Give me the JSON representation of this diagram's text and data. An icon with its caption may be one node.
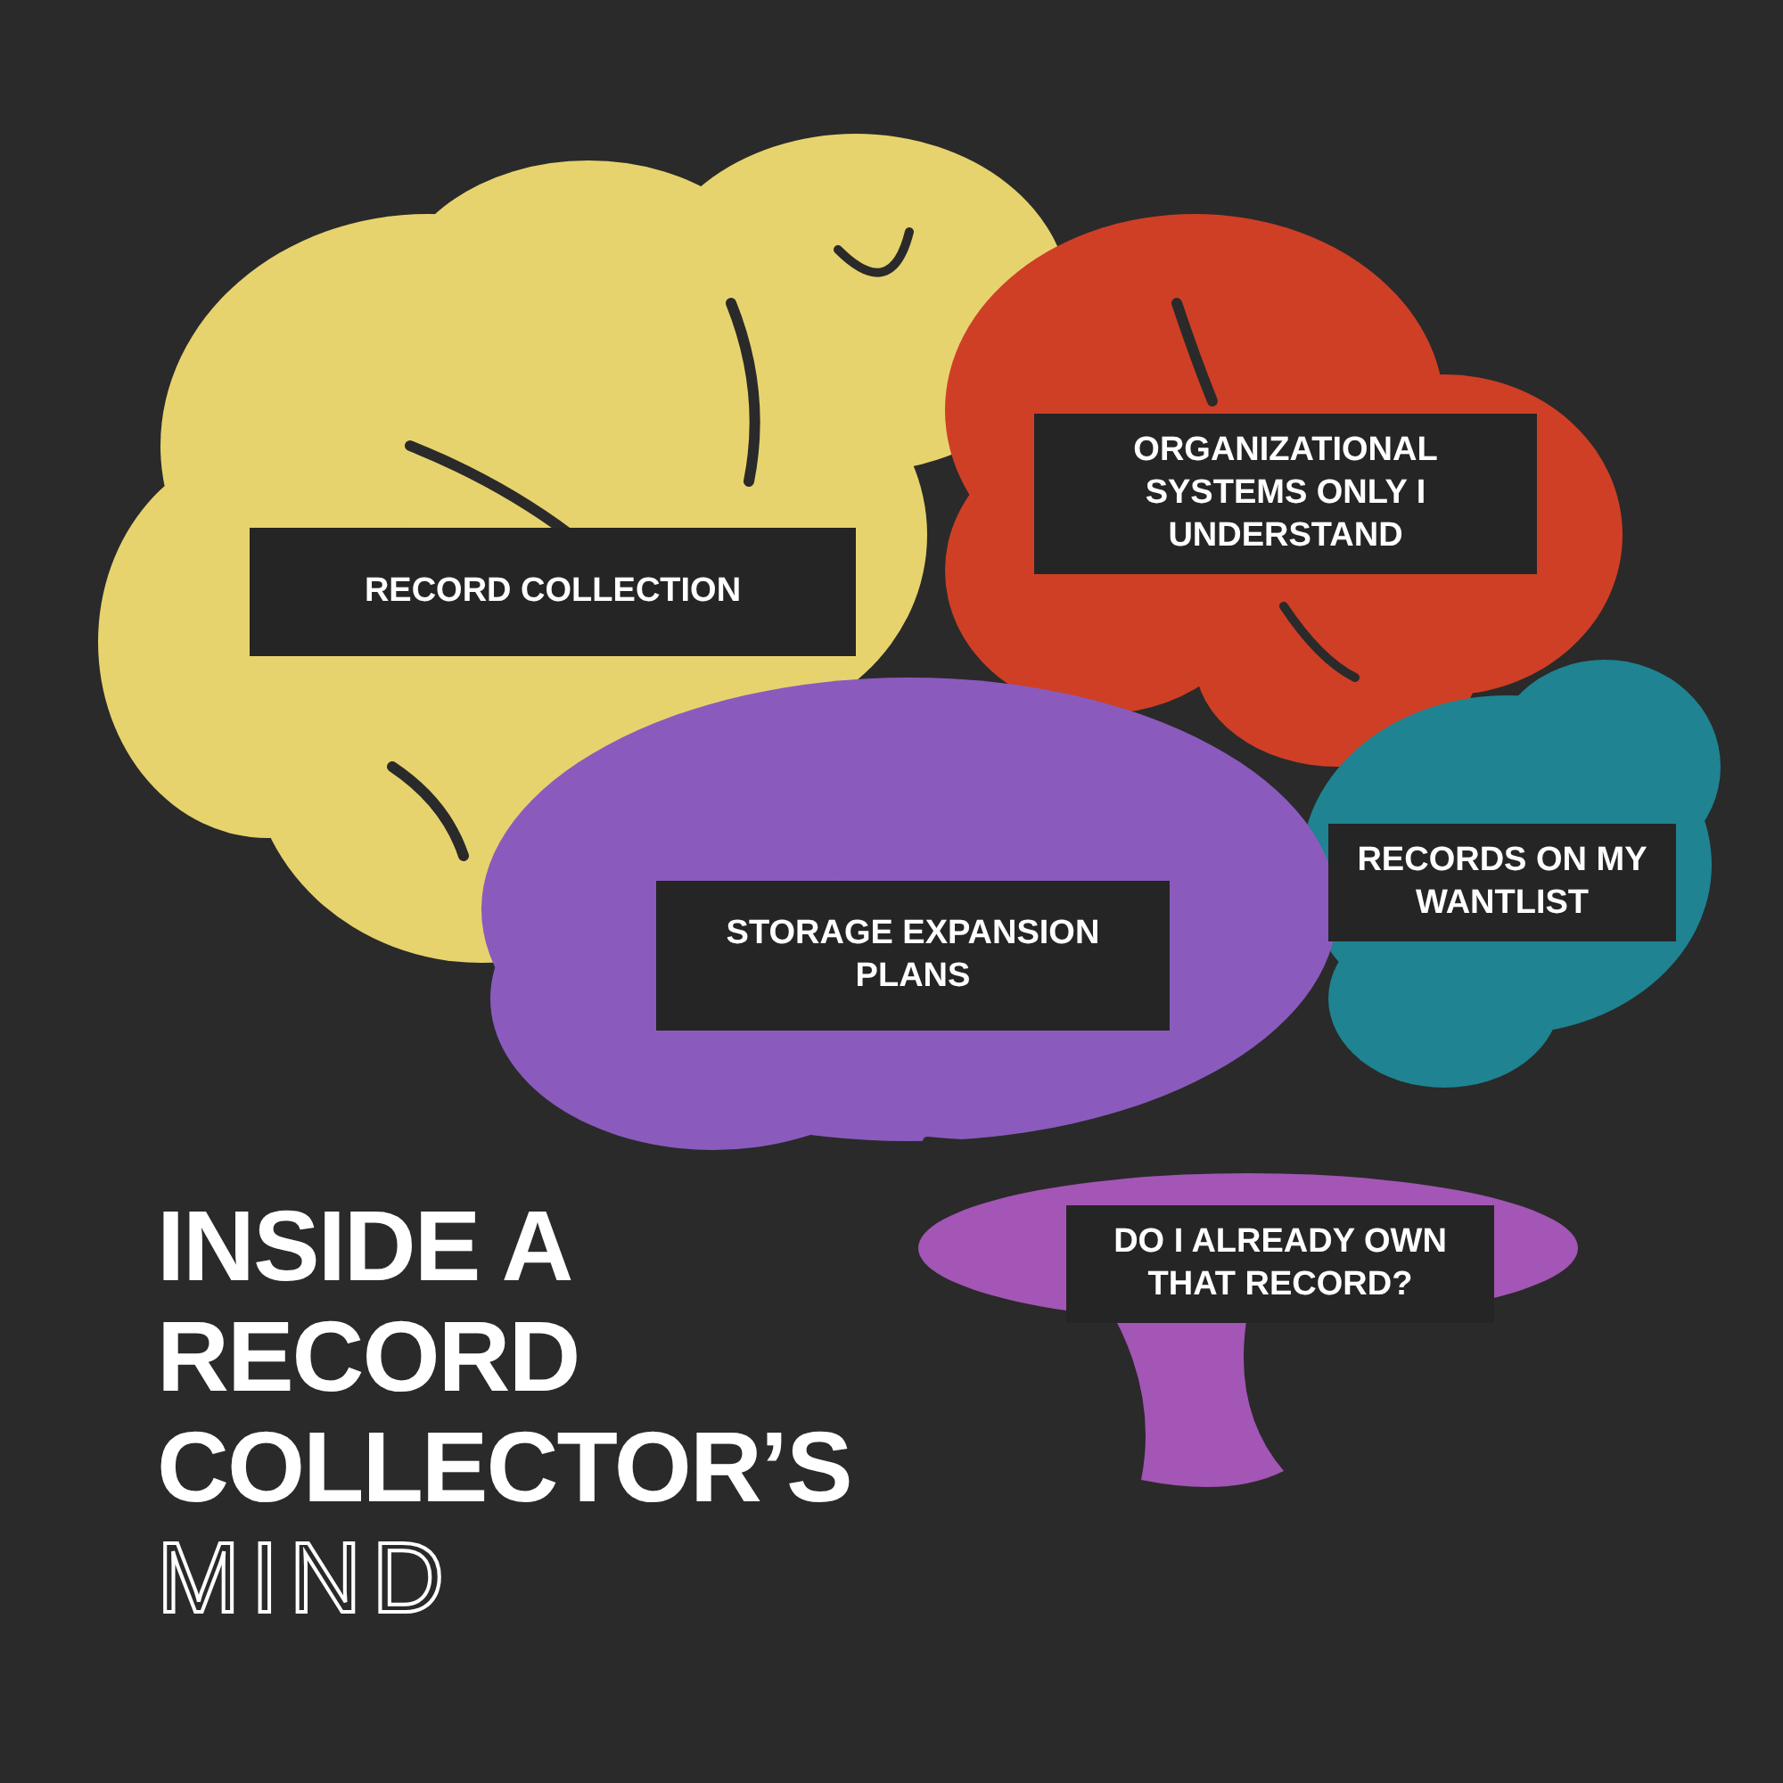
{
  "diagram": {
    "title": "INSIDE A RECORD COLLECTOR’S MIND",
    "nodes": [
      {
        "text": [
          "RECORD COLLECTION"
        ]
      },
      {
        "text": [
          "ORGANIZATIONAL SYSTEMS ONLY I UNDERSTAND"
        ]
      },
      {
        "text": [
          "STORAGE EXPANSION PLANS"
        ]
      },
      {
        "text": [
          "RECORDS ON MY WANTLIST"
        ]
      },
      {
        "text": [
          "DO I ALREADY OWN THAT RECORD?"
        ]
      }
    ]
  }
}
